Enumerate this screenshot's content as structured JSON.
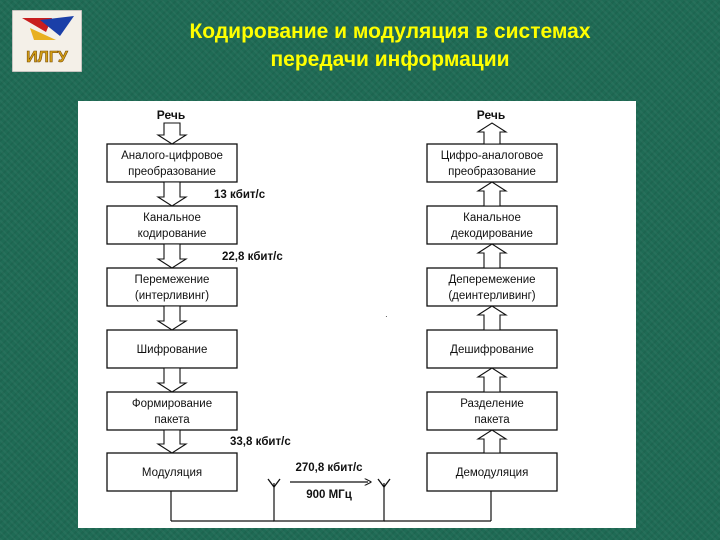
{
  "header": {
    "title_line1": "Кодирование и модуляция в системах",
    "title_line2": "передачи информации",
    "logo_text": "ИЛГУ"
  },
  "diagram": {
    "tx_input": "Речь",
    "rx_output": "Речь",
    "tx_blocks": [
      {
        "line1": "Аналого-цифровое",
        "line2": "преобразование"
      },
      {
        "line1": "Канальное",
        "line2": "кодирование"
      },
      {
        "line1": "Перемежение",
        "line2": "(интерливинг)"
      },
      {
        "line1": "Шифрование",
        "line2": ""
      },
      {
        "line1": "Формирование",
        "line2": "пакета"
      },
      {
        "line1": "Модуляция",
        "line2": ""
      }
    ],
    "rx_blocks": [
      {
        "line1": "Цифро-аналоговое",
        "line2": "преобразование"
      },
      {
        "line1": "Канальное",
        "line2": "декодирование"
      },
      {
        "line1": "Деперемежение",
        "line2": "(деинтерливинг)"
      },
      {
        "line1": "Дешифрование",
        "line2": ""
      },
      {
        "line1": "Разделение",
        "line2": "пакета"
      },
      {
        "line1": "Демодуляция",
        "line2": ""
      }
    ],
    "rate_after_adc": "13 кбит/с",
    "rate_after_coding": "22,8 кбит/с",
    "rate_after_packet": "33,8 кбит/с",
    "channel_rate": "270,8 кбит/с",
    "channel_freq": "900 МГц"
  }
}
